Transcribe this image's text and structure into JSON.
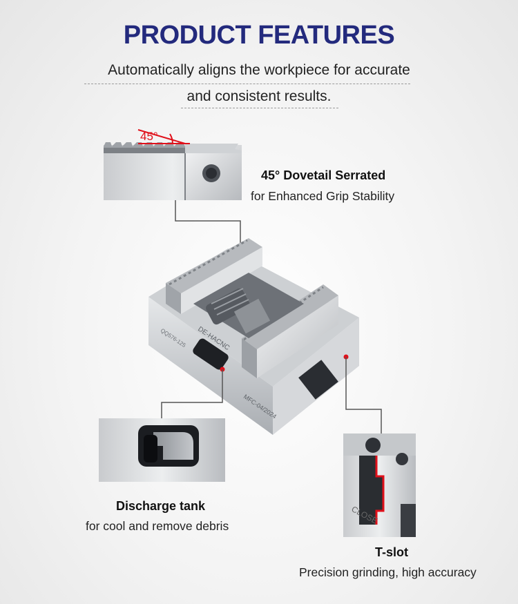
{
  "header": {
    "title": "PRODUCT FEATURES",
    "subtitle_line1": "Automatically aligns the workpiece for accurate",
    "subtitle_line2": "and consistent results."
  },
  "features": {
    "dovetail": {
      "angle_label": "45°",
      "title": "45° Dovetail Serrated",
      "subtitle": "for Enhanced Grip Stability"
    },
    "discharge": {
      "title": "Discharge tank",
      "subtitle": "for cool and remove debris"
    },
    "tslot": {
      "title": "T-slot",
      "subtitle": "Precision grinding, high accuracy",
      "engraving": "CLOSE"
    }
  },
  "product": {
    "brand": "DE-HACNC",
    "model": "QQ576-125",
    "code": "MFC-04/2024"
  },
  "colors": {
    "title": "#232a7d",
    "accent": "#e0101a",
    "leader": "#555555"
  }
}
